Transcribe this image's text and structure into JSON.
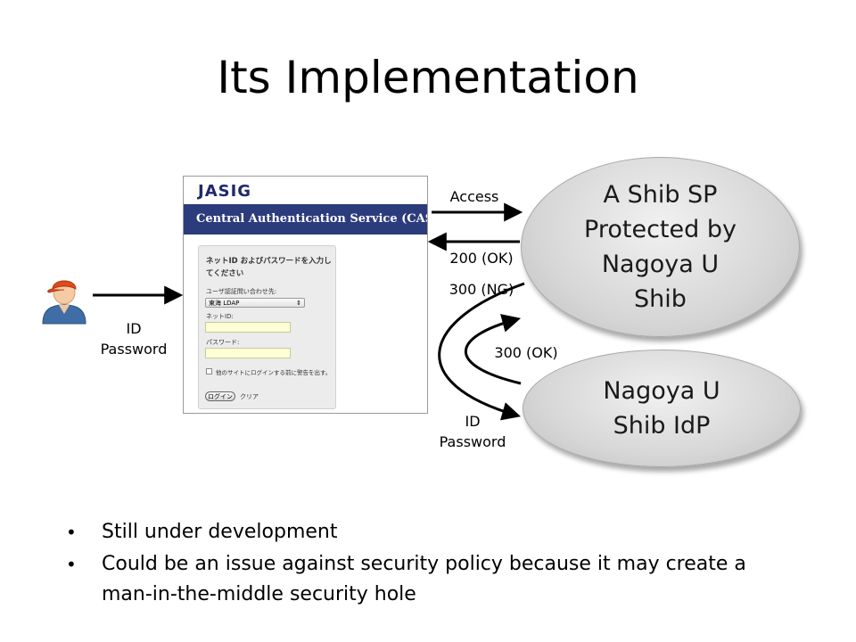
{
  "title": "Its Implementation",
  "cas_screenshot": {
    "logo": "JASIG",
    "header": "Central Authentication Service (CAS)",
    "heading": "ネットID およびパスワードを入力してください",
    "org_label": "ユーザ認証問い合わせ先:",
    "org_value": "東海 LDAP",
    "netid_label": "ネットID:",
    "password_label": "パスワード:",
    "warn_label": "他のサイトにログインする前に警告を出す。",
    "login_button": "ログイン",
    "clear_link": "クリア"
  },
  "labels": {
    "user_creds_1": "ID",
    "user_creds_2": "Password",
    "access": "Access",
    "ok_200": "200 (OK)",
    "ng_300": "300 (NG)",
    "ok_300": "300 (OK)",
    "idp_creds_1": "ID",
    "idp_creds_2": "Password"
  },
  "nodes": {
    "sp": [
      "A Shib SP",
      "Protected by",
      "Nagoya U",
      "Shib"
    ],
    "idp": [
      "Nagoya U",
      "Shib IdP"
    ]
  },
  "bullets": [
    "Still under development",
    "Could be an issue against security policy because it may create a man-in-the-middle security hole"
  ],
  "colors": {
    "cas_header_bg": "#2c3b7c",
    "user_shirt": "#3f6ea6",
    "user_cap": "#e04a1c",
    "ellipse_fill": "#d6d6d6"
  }
}
